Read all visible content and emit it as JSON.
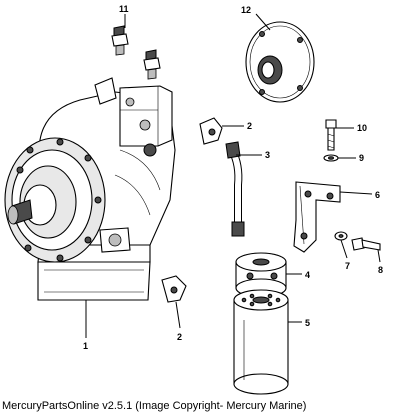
{
  "footer": {
    "copyright": "MercuryPartsOnline v2.5.1 (Image Copyright- Mercury Marine)"
  },
  "callouts": {
    "c1": "1",
    "c2a": "2",
    "c2b": "2",
    "c3": "3",
    "c4": "4",
    "c5": "5",
    "c6": "6",
    "c7": "7",
    "c8": "8",
    "c9": "9",
    "c10": "10",
    "c11": "11",
    "c12": "12"
  }
}
